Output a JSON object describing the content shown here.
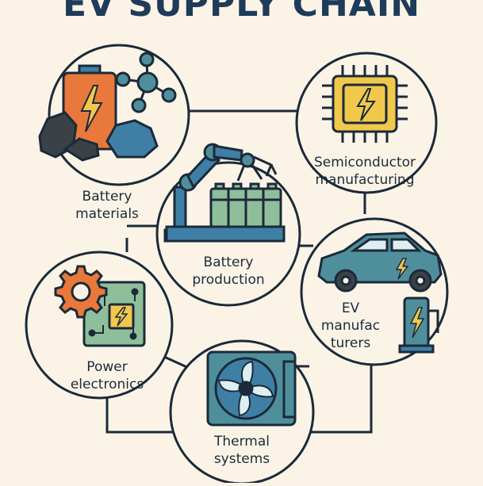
{
  "title": "EV SUPPLY CHAIN",
  "nodes": {
    "battery_materials": {
      "label_line1": "Battery",
      "label_line2": "materials"
    },
    "semiconductor": {
      "label_line1": "Semiconductor",
      "label_line2": "manufacturing"
    },
    "battery_production": {
      "label_line1": "Battery",
      "label_line2": "production"
    },
    "power_electronics": {
      "label_line1": "Power",
      "label_line2": "electronics"
    },
    "ev_manufacturers": {
      "label_line1": "EV",
      "label_line2": "manufac",
      "label_line3": "turers"
    },
    "thermal_systems": {
      "label_line1": "Thermal",
      "label_line2": "systems"
    }
  },
  "colors": {
    "background": "#fbf4e6",
    "outline": "#1b2a3a",
    "navy": "#1f3b5a",
    "orange": "#e8793a",
    "yellow": "#f2c84b",
    "teal": "#4f8f9c",
    "green": "#8fbf9a",
    "blue": "#3f7fa6"
  },
  "icons": [
    "battery-icon",
    "molecule-icon",
    "ore-icon",
    "chip-icon",
    "robot-arm-icon",
    "battery-cells-icon",
    "gear-icon",
    "circuit-board-icon",
    "car-icon",
    "charger-icon",
    "fan-icon"
  ]
}
